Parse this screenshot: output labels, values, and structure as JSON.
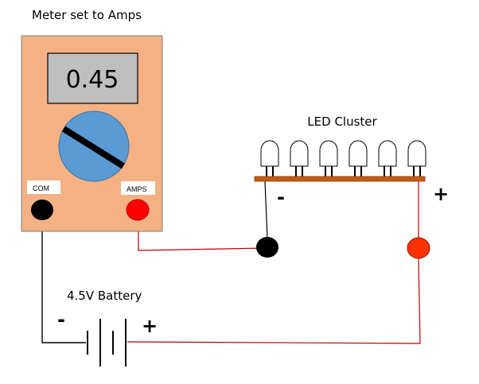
{
  "title": "Meter set to Amps",
  "meter": {
    "reading": "0.45",
    "com_label": "COM",
    "amps_label": "AMPS",
    "body_color": "#F4B183",
    "display_color": "#BFBFBF",
    "dial_color": "#5B9BD5"
  },
  "led_cluster": {
    "label": "LED Cluster",
    "led_count": 6,
    "negative_sign": "-",
    "positive_sign": "+",
    "board_color": "#C55A11"
  },
  "battery": {
    "label": "4.5V Battery",
    "negative_sign": "-",
    "positive_sign": "+"
  },
  "colors": {
    "wire_black": "#000000",
    "wire_red": "#C00000",
    "probe_red": "#FF0000",
    "connector_red": "#FF3300"
  }
}
